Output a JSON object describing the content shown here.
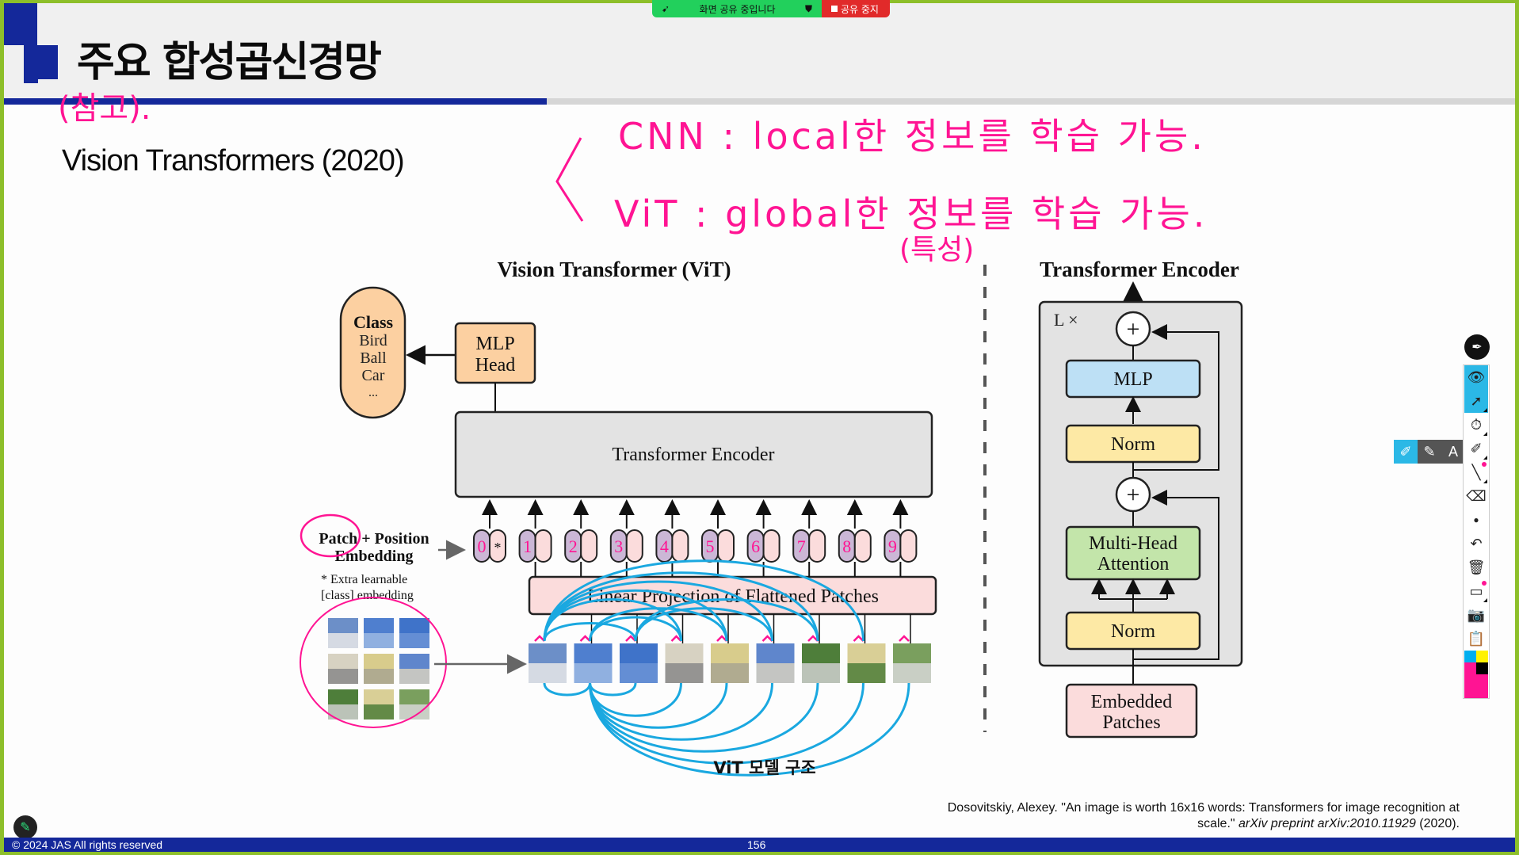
{
  "share_bar": {
    "status_label": "화면 공유 중입니다",
    "stop_label": "공유 중지"
  },
  "slide": {
    "title": "주요 합성곱신경망",
    "subtitle": "Vision Transformers (2020)",
    "page_number": "156",
    "copyright": "© 2024 JAS All rights reserved",
    "citation_line1": "Dosovitskiy, Alexey. \"An image is worth 16x16 words: Transformers for image recognition at",
    "citation_line2_plain": "scale.\" ",
    "citation_line2_italic": "arXiv preprint arXiv:2010.11929",
    "citation_line2_end": " (2020)."
  },
  "annotations": {
    "reference_note": "(참고).",
    "cnn_line": "CNN : local한 정보를 학습 가능.",
    "vit_line": "ViT : global한 정보를 학습 가능.",
    "feature_note": "(특성)",
    "model_label": "ViT 모델 구조",
    "pen_color": "#ff1493",
    "attention_color": "#1aa8e0"
  },
  "vit_diagram": {
    "title": "Vision Transformer (ViT)",
    "class_box": {
      "heading": "Class",
      "items": [
        "Bird",
        "Ball",
        "Car",
        "..."
      ]
    },
    "mlp_head": [
      "MLP",
      "Head"
    ],
    "encoder_label": "Transformer Encoder",
    "embedding_label": [
      "Patch + Position",
      "Embedding"
    ],
    "extra_note": [
      "* Extra learnable",
      "[class] embedding"
    ],
    "tokens": [
      "0",
      "1",
      "2",
      "3",
      "4",
      "5",
      "6",
      "7",
      "8",
      "9"
    ],
    "class_token_mark": "*",
    "projection_label": "Linear Projection of Flattened Patches",
    "patch_count": 9
  },
  "encoder_diagram": {
    "title": "Transformer Encoder",
    "repeat_label": "L ×",
    "blocks": {
      "mlp": "MLP",
      "norm_top": "Norm",
      "attention": [
        "Multi-Head",
        "Attention"
      ],
      "norm_bottom": "Norm",
      "embedded": [
        "Embedded",
        "Patches"
      ]
    },
    "plus": "+"
  },
  "toolbar": {
    "items": [
      "pen-menu",
      "view",
      "select",
      "timer",
      "highlighter",
      "line",
      "eraser",
      "point",
      "undo",
      "delete",
      "whiteboard",
      "screenshot",
      "clipboard"
    ],
    "sub_items": [
      "highlighter-pen",
      "marker",
      "text"
    ],
    "palette": [
      "#00aeef",
      "#fff200",
      "#ff1493",
      "#000000"
    ]
  }
}
